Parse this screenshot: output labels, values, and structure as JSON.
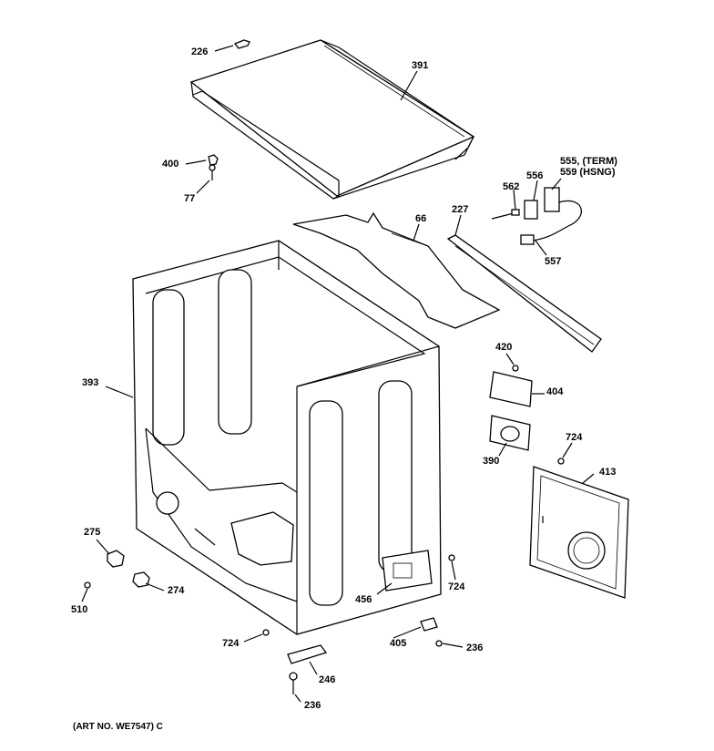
{
  "labels": {
    "p226": "226",
    "p391": "391",
    "p400": "400",
    "p77": "77",
    "p555": "555, (TERM)",
    "p559": "559 (HSNG)",
    "p556": "556",
    "p562": "562",
    "p66": "66",
    "p227": "227",
    "p557": "557",
    "p420": "420",
    "p404": "404",
    "p390": "390",
    "p724a": "724",
    "p413": "413",
    "p393": "393",
    "p275": "275",
    "p274": "274",
    "p510": "510",
    "p724b": "724",
    "p456": "456",
    "p724c": "724",
    "p405": "405",
    "p236a": "236",
    "p246": "246",
    "p236b": "236"
  },
  "art_no": "(ART NO. WE7547) C"
}
